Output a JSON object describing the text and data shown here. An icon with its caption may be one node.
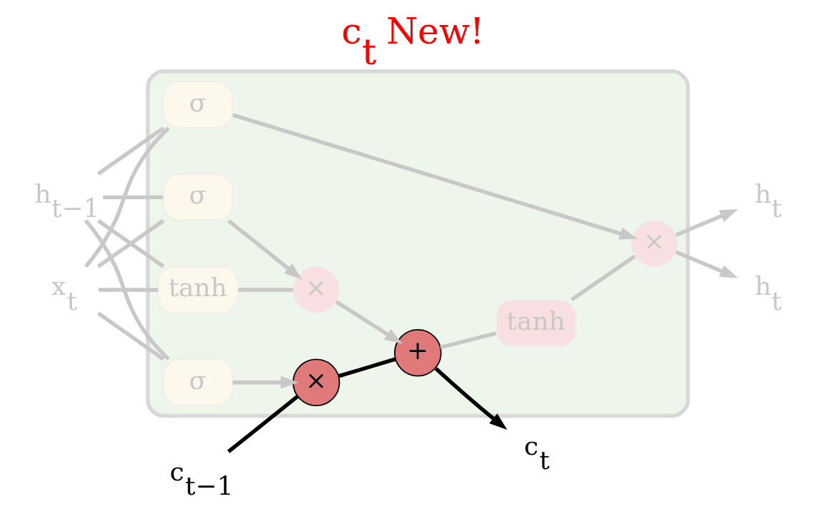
{
  "diagram": {
    "title": "c$_{t}$ New!",
    "nodes": [
      {
        "text": [],
        "shape": "box"
      },
      {
        "text": [
          "c$_{t−1}$"
        ]
      },
      {
        "text": [
          "×"
        ],
        "in": 0
      },
      {
        "text": [
          "+"
        ],
        "in": 0
      },
      {
        "text": [
          "c$_{t}$"
        ]
      },
      {
        "text": [
          "σ"
        ],
        "in": 0
      },
      {
        "text": [
          "σ"
        ],
        "in": 0
      },
      {
        "text": [
          "tanh"
        ],
        "in": 0
      },
      {
        "text": [
          "×"
        ],
        "in": 0
      },
      {
        "text": [
          "σ"
        ],
        "in": 0
      },
      {
        "text": [
          "tanh"
        ],
        "in": 0
      },
      {
        "text": [
          "×"
        ],
        "in": 0
      },
      {
        "text": [
          "h$_{t−1}$"
        ]
      },
      {
        "text": [
          "x$_{t}$"
        ]
      },
      {
        "text": [
          "h$_{t}$"
        ]
      },
      {
        "text": [
          "h$_{t}$"
        ]
      }
    ],
    "edges": [
      {
        "from": 1,
        "to": 2,
        "arrow": "none",
        "color": "#000000"
      },
      {
        "from": 2,
        "to": 3,
        "arrow": "none",
        "color": "#000000"
      },
      {
        "from": 3,
        "to": 4,
        "arrow": "to",
        "color": "#000000"
      },
      {
        "from": 12,
        "to": 5,
        "arrow": "none"
      },
      {
        "from": 12,
        "to": 6,
        "arrow": "none"
      },
      {
        "from": 12,
        "to": 7,
        "arrow": "none"
      },
      {
        "from": 12,
        "to": 9,
        "arrow": "none"
      },
      {
        "from": 13,
        "to": 5,
        "arrow": "none"
      },
      {
        "from": 13,
        "to": 6,
        "arrow": "none"
      },
      {
        "from": 13,
        "to": 7,
        "arrow": "none"
      },
      {
        "from": 13,
        "to": 9,
        "arrow": "none"
      },
      {
        "from": 5,
        "to": 2,
        "arrow": "to"
      },
      {
        "from": 6,
        "to": 8,
        "arrow": "to"
      },
      {
        "from": 7,
        "to": 8,
        "arrow": "none"
      },
      {
        "from": 8,
        "to": 3,
        "arrow": "to"
      },
      {
        "from": 3,
        "to": 10,
        "arrow": "none"
      },
      {
        "from": 10,
        "to": 11,
        "arrow": "none"
      },
      {
        "from": 9,
        "to": 11,
        "arrow": "to"
      },
      {
        "from": 11,
        "to": 14,
        "arrow": "to"
      },
      {
        "from": 11,
        "to": 15,
        "arrow": "to"
      }
    ]
  }
}
